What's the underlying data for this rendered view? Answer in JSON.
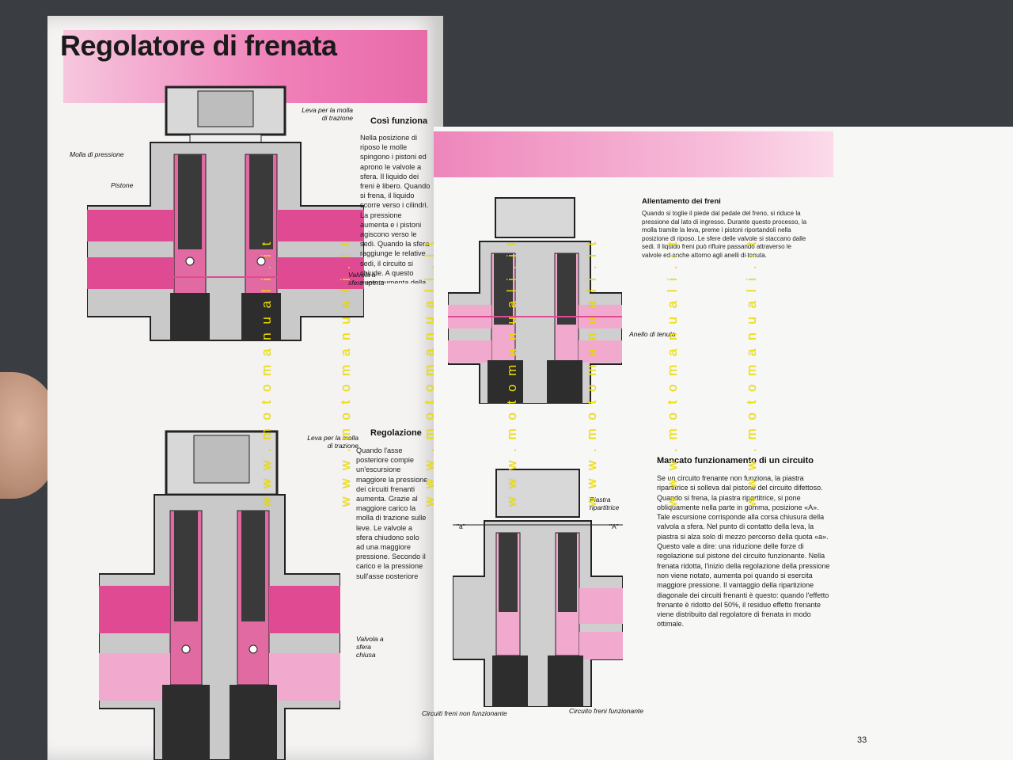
{
  "left_page": {
    "title": "Regolatore di frenata",
    "section1": {
      "heading": "Così funziona",
      "text": "Nella posizione di riposo le molle spingono i pistoni ed aprono le valvole a sfera. Il liquido dei freni è libero. Quando si frena, il liquido scorre verso i cilindri. La pressione aumenta e i pistoni agiscono verso le sedi. Quando la sfera raggiunge le relative sedi, il circuito si chiude. A questo punto aumenta della pressione."
    },
    "section2": {
      "heading": "Regolazione",
      "text": "Quando l'asse posteriore compie un'escursione maggiore la pressione dei circuiti frenanti aumenta. Grazie al maggiore carico la molla di trazione sulle leve. Le valvole a sfera chiudono solo ad una maggiore pressione. Secondo il carico e la pressione sull'asse posteriore intervengono in anticipo od in ritardo. In tal modo si evita il bloccaggio delle ruote posteriori."
    },
    "diagram1_labels": {
      "leva": "Leva per la molla di trazione",
      "molla": "Molla di pressione",
      "pistone": "Pistone",
      "valvola": "Valvola a sfera aperta"
    },
    "diagram2_labels": {
      "leva": "Leva per la molla di trazione",
      "valvola": "Valvola a sfera chiusa"
    }
  },
  "right_page": {
    "section1": {
      "heading": "Allentamento dei freni",
      "text": "Quando si toglie il piede dal pedale del freno, si riduce la pressione dal lato di ingresso. Durante questo processo, la molla tramite la leva, preme i pistoni riportandoli nella posizione di riposo. Le sfere delle valvole si staccano dalle sedi. Il liquido freni può rifluire passando attraverso le valvole ed anche attorno agli anelli di tenuta."
    },
    "section2": {
      "heading": "Mancato funzionamento di un circuito",
      "text": "Se un circuito frenante non funziona, la piastra ripartitrice si solleva dal pistone del circuito difettoso. Quando si frena, la piastra ripartitrice, si pone obliquamente nella parte in gomma, posizione «A». Tale escursione corrisponde alla corsa chiusura della valvola a sfera. Nel punto di contatto della leva, la piastra si alza solo di mezzo percorso della quota «a». Questo vale a dire: una riduzione delle forze di regolazione sul pistone del circuito funzionante. Nella frenata ridotta, l'inizio della regolazione della pressione non viene notato, aumenta poi quando si esercita maggiore pressione. Il vantaggio della ripartizione diagonale dei circuiti frenanti è questo: quando l'effetto frenante è ridotto del 50%, il residuo effetto frenante viene distribuito dal regolatore di frenata in modo ottimale."
    },
    "diagram1_labels": {
      "anello": "Anello di tenuta"
    },
    "diagram2_labels": {
      "piastra": "Piastra ripartitrice",
      "a_small": "\"a\"",
      "a_big": "\"A\"",
      "non_funz": "Circuiti freni non funzionante",
      "funz": "Circuito freni funzionante"
    },
    "page_number": "33"
  },
  "watermark": "w w w . m o t o m a n u a l i . i t",
  "colors": {
    "magenta": "#e0478f",
    "pink": "#f0a0c8",
    "gray": "#c8c8c8",
    "dark": "#2f2f2f"
  }
}
